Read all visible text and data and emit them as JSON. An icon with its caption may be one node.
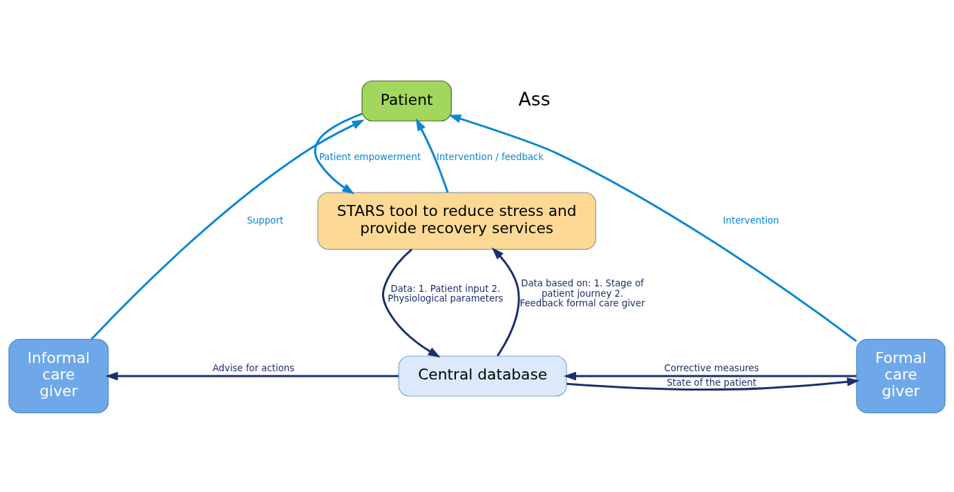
{
  "diagram": {
    "nodes": [
      {
        "text": [
          "Patient"
        ]
      },
      {
        "text": [
          "STARS tool to reduce stress and provide recovery services"
        ]
      },
      {
        "text": [
          "Central database"
        ]
      },
      {
        "text": [
          "Informal care giver"
        ]
      },
      {
        "text": [
          "Formal care giver"
        ]
      }
    ],
    "edges": [
      {
        "from": 3,
        "to": 0,
        "arrow": "to",
        "label": "Support",
        "color": "#0a86d2"
      },
      {
        "from": 4,
        "to": 0,
        "arrow": "to",
        "label": "Intervention",
        "color": "#0a86d2"
      },
      {
        "from": 1,
        "to": 0,
        "arrow": "to",
        "label": "Intervention / feedback",
        "color": "#0a86d2"
      },
      {
        "from": 0,
        "to": 1,
        "arrow": "to",
        "label": "Patient empowerment",
        "color": "#0a86d2"
      },
      {
        "from": 2,
        "to": 1,
        "arrow": "to",
        "label": "Data based on: 1. Stage of patient journey 2. Feedback formal care giver"
      },
      {
        "from": 1,
        "to": 2,
        "arrow": "to",
        "label": "Data: 1. Patient input 2. Physiological parameters"
      },
      {
        "from": 2,
        "to": 3,
        "arrow": "to",
        "label": "Advise for actions"
      },
      {
        "from": 2,
        "to": 4,
        "arrow": "to",
        "label": "State of the patient"
      },
      {
        "from": 4,
        "to": 2,
        "arrow": "to",
        "label": "Corrective measures"
      }
    ],
    "labels": [
      "Ass"
    ]
  }
}
